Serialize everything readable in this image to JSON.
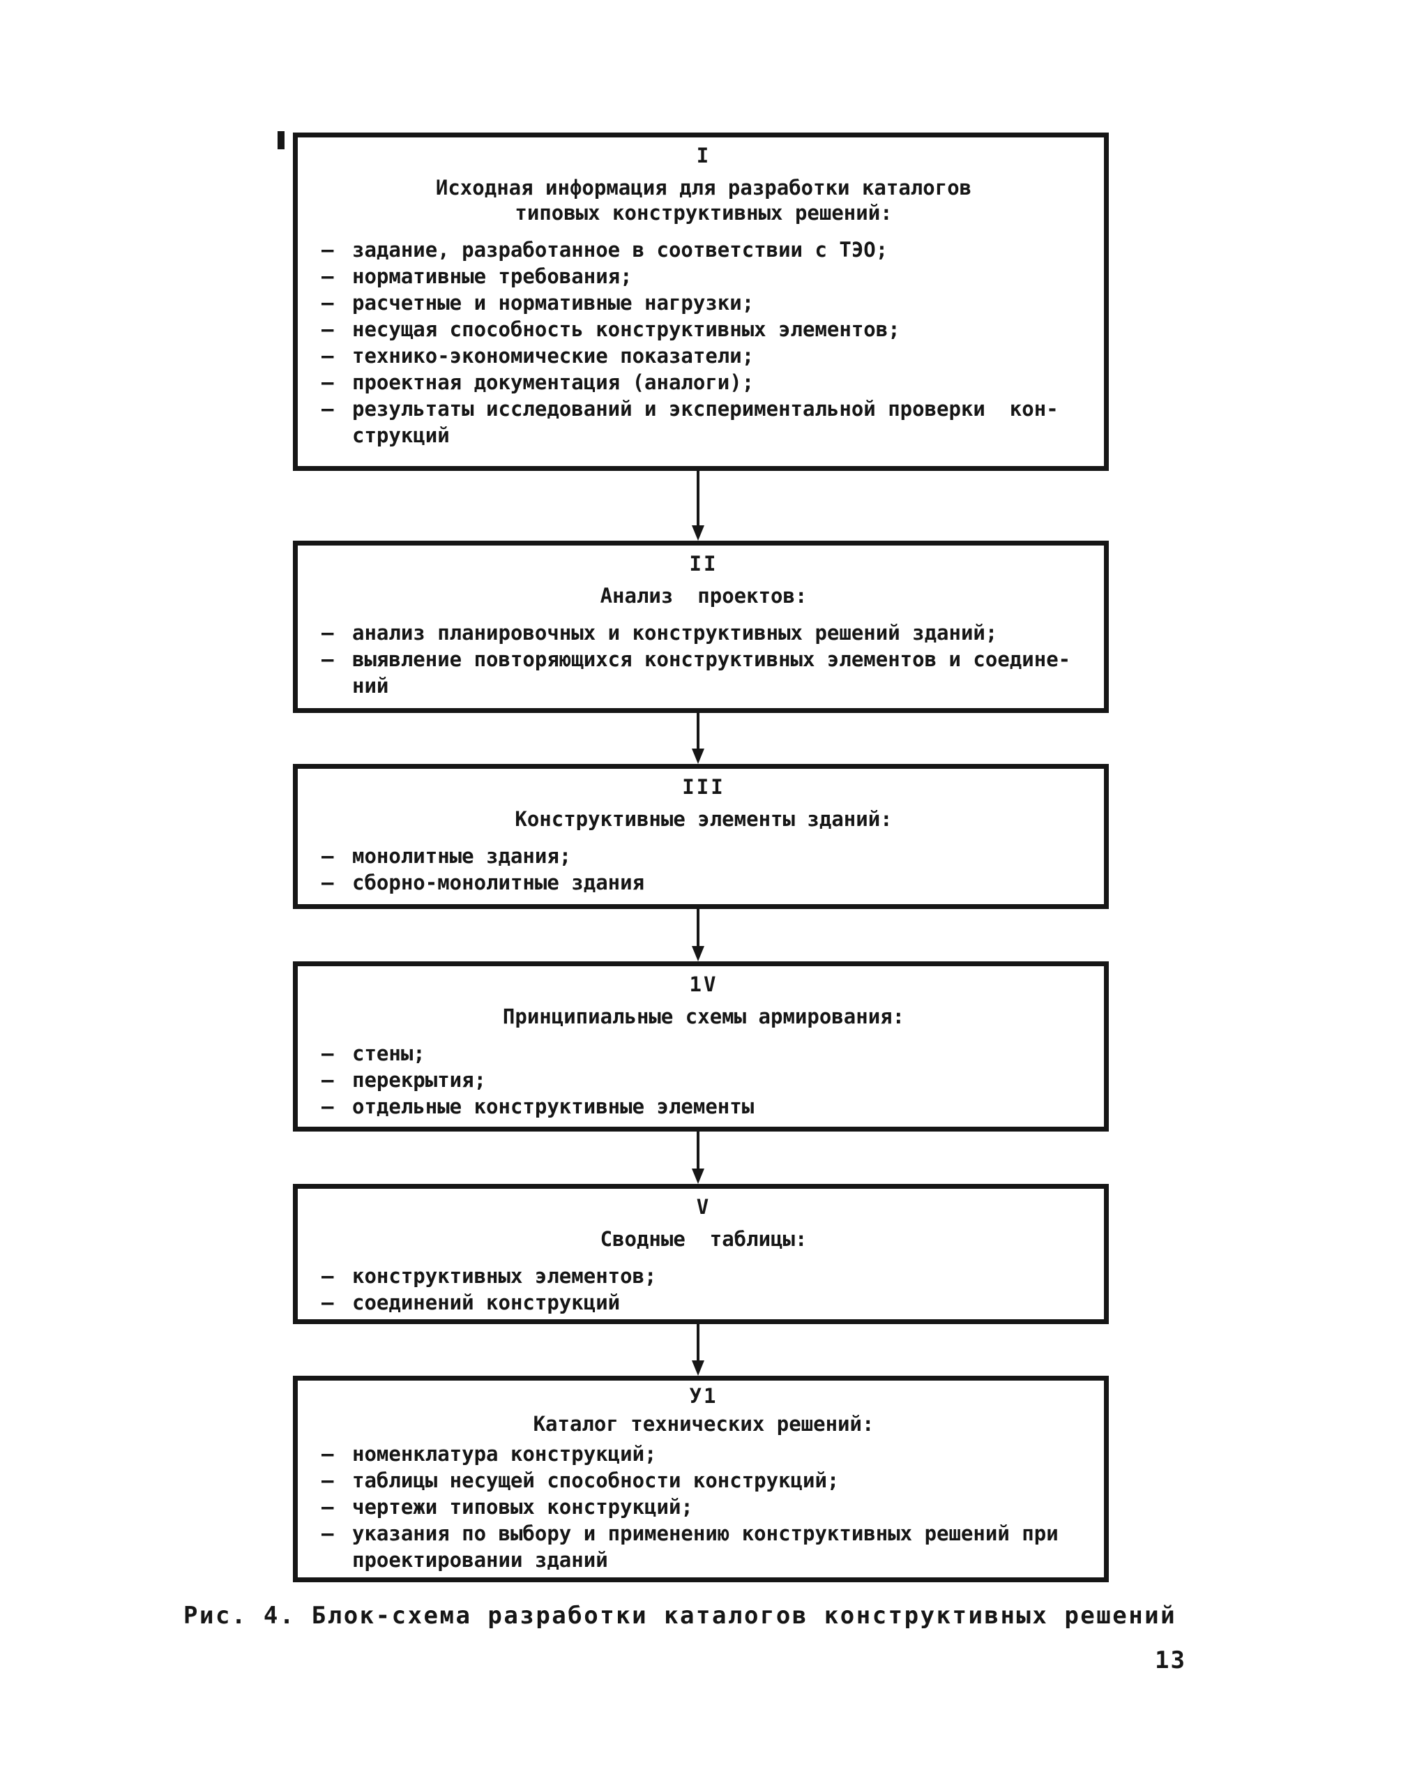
{
  "figure": {
    "caption": "Рис. 4. Блок-схема разработки каталогов конструктивных решений",
    "page_number": "13"
  },
  "colors": {
    "ink": "#161616",
    "paper": "#ffffff"
  },
  "flowchart": {
    "bullet": "–",
    "blocks": [
      {
        "numeral": "I",
        "title1": "Исходная информация для разработки каталогов",
        "title2": "типовых конструктивных решений:",
        "items": [
          {
            "text": "задание, разработанное в соответствии с ТЭО;"
          },
          {
            "text": "нормативные требования;"
          },
          {
            "text": "расчетные и нормативные нагрузки;"
          },
          {
            "text": "несущая способность конструктивных элементов;"
          },
          {
            "text": "технико-экономические показатели;"
          },
          {
            "text": "проектная документация (аналоги);"
          },
          {
            "text": "результаты исследований и экспериментальной проверки  кон-",
            "text2": "струкций"
          }
        ]
      },
      {
        "numeral": "II",
        "title1": "Анализ  проектов:",
        "items": [
          {
            "text": "анализ планировочных и конструктивных решений зданий;"
          },
          {
            "text": "выявление повторяющихся конструктивных элементов и соедине-",
            "text2": "ний"
          }
        ]
      },
      {
        "numeral": "III",
        "title1": "Конструктивные элементы зданий:",
        "items": [
          {
            "text": "монолитные здания;"
          },
          {
            "text": "сборно-монолитные здания"
          }
        ]
      },
      {
        "numeral": "1V",
        "title1": "Принципиальные схемы армирования:",
        "items": [
          {
            "text": "стены;"
          },
          {
            "text": "перекрытия;"
          },
          {
            "text": "отдельные конструктивные элементы"
          }
        ]
      },
      {
        "numeral": "V",
        "title1": "Сводные  таблицы:",
        "items": [
          {
            "text": "конструктивных элементов;"
          },
          {
            "text": "соединений конструкций"
          }
        ]
      },
      {
        "numeral": "У1",
        "title1": "Каталог технических решений:",
        "items": [
          {
            "text": "номенклатура конструкций;"
          },
          {
            "text": "таблицы несущей способности конструкций;"
          },
          {
            "text": "чертежи типовых конструкций;"
          },
          {
            "text": "указания по выбору и применению конструктивных решений при",
            "text2": "проектировании зданий"
          }
        ]
      }
    ]
  }
}
